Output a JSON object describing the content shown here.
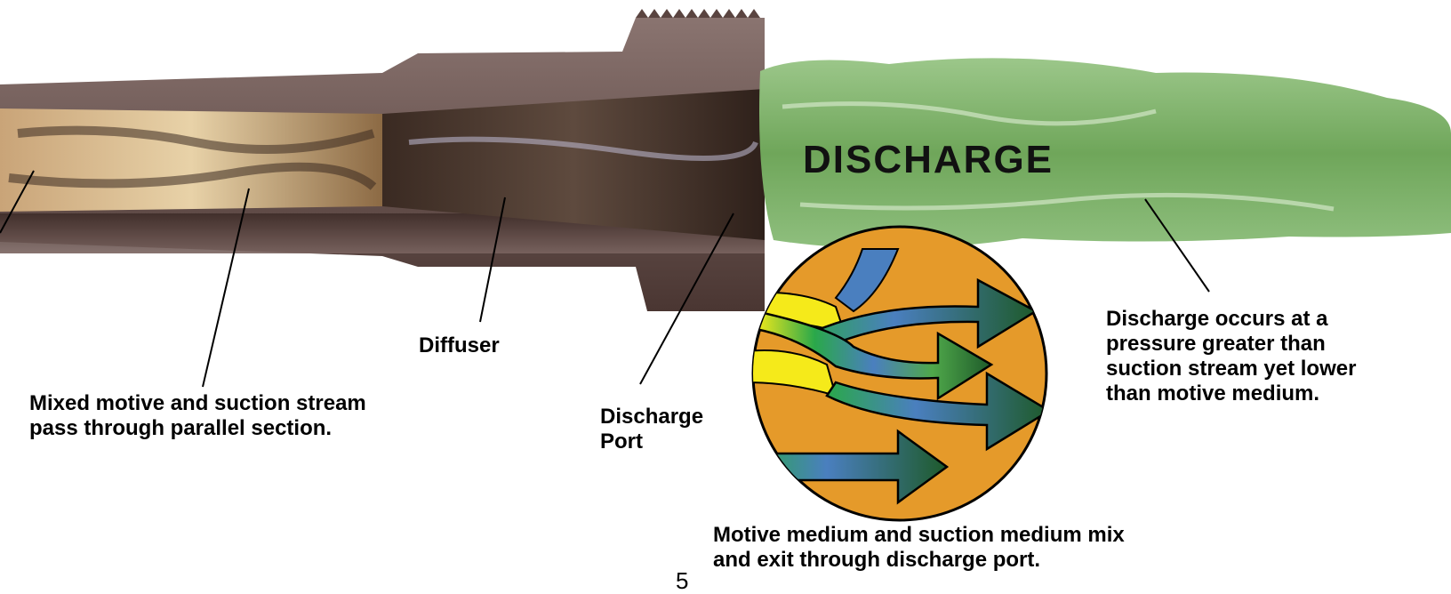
{
  "title": "DISCHARGE",
  "labels": {
    "mixed": "Mixed motive and suction stream\npass through parallel section.",
    "diffuser": "Diffuser",
    "discharge_port": "Discharge\nPort",
    "discharge_pressure": "Discharge occurs at a\npressure greater than\nsuction stream yet lower\nthan motive medium.",
    "mix_exit": "Motive medium and suction medium mix\nand exit through discharge port.",
    "page_fragment": "5"
  },
  "colors": {
    "body_metal": "#5a4440",
    "discharge_stream": "#7fb069",
    "inset_background": "#e59a2a",
    "arrow_dark": "#1e5a2a",
    "arrow_blue": "#4a7fbf",
    "arrow_yellow": "#f5ea1a"
  }
}
